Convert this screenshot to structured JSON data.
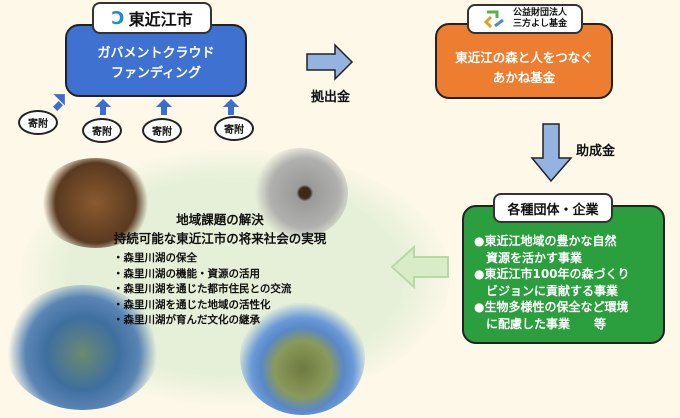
{
  "city": {
    "logo_label": "東近江市",
    "box_text": [
      "ガバメントクラウド",
      "ファンディング"
    ],
    "color": "#3f72d0"
  },
  "donations": [
    "寄附",
    "寄附",
    "寄附",
    "寄附"
  ],
  "flow_labels": {
    "contribution": "拠出金",
    "grant": "助成金"
  },
  "foundation": {
    "logo_label": [
      "公益財団法人",
      "三方よし基金"
    ],
    "box_text": [
      "東近江の森と人をつなぐ",
      "あかね基金"
    ],
    "color": "#ed7d31"
  },
  "organizations": {
    "label": "各種団体・企業",
    "items": [
      "●東近江地域の豊かな自然",
      "　資源を活かす事業",
      "●東近江市100年の森づくり",
      "　ビジョンに貢献する事業",
      "●生物多様性の保全など環境",
      "　に配慮した事業　　等"
    ],
    "color": "#2b9e3e"
  },
  "goals": {
    "title": "地域課題の解決",
    "subtitle": "持続可能な東近江市の将来社会の実現",
    "bullets": [
      "・森里川湖の保全",
      "・森里川湖の機能・資源の活用",
      "・森里川湖を通じた都市住民との交流",
      "・森里川湖を通じた地域の活性化",
      "・森里川湖が育んだ文化の継承"
    ]
  }
}
